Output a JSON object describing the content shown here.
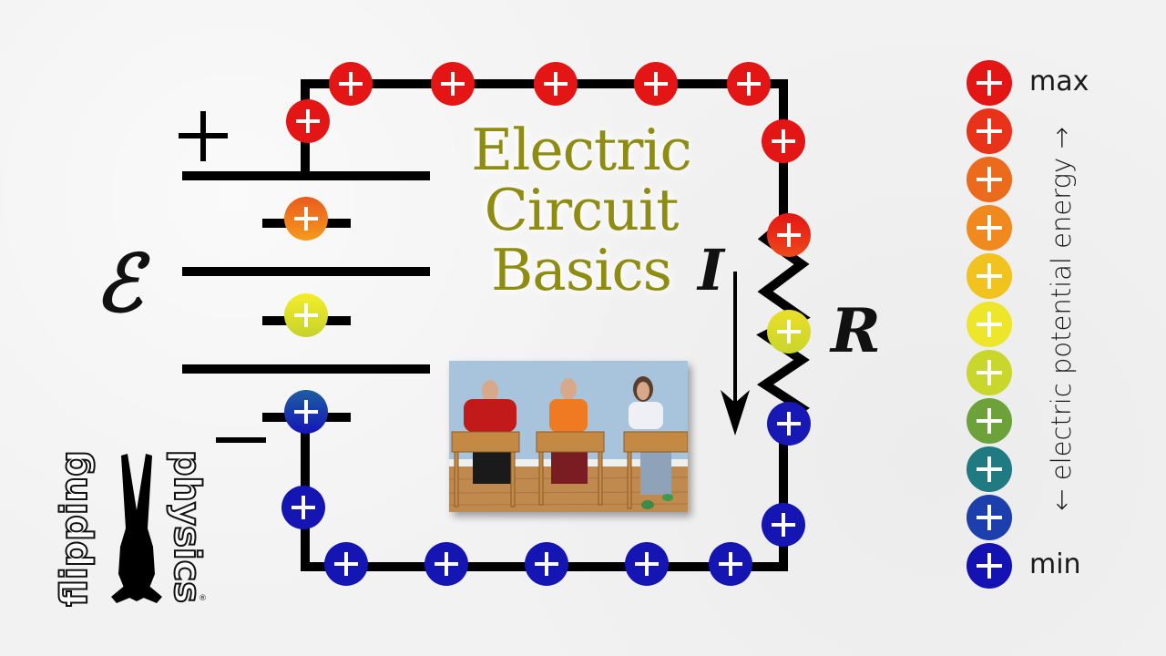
{
  "title": {
    "lines": [
      "Electric",
      "Circuit",
      "Basics"
    ],
    "color": "#8f8c12"
  },
  "circuit": {
    "emf_symbol": "ℰ",
    "battery_plus": "+",
    "battery_minus": "−",
    "current_symbol": "I",
    "resistance_symbol": "R",
    "charge_glyph": "+",
    "wire_color": "#000000"
  },
  "legend": {
    "max_label": "max",
    "min_label": "min",
    "axis_label": "← electric potential energy →",
    "colors": [
      "#e41515",
      "#e8321a",
      "#ec6a1c",
      "#f08a1e",
      "#f2c21f",
      "#ede62a",
      "#c9d62b",
      "#6da23a",
      "#1f7a82",
      "#1d3fae",
      "#1512b4"
    ]
  },
  "photo": {
    "description": "Three people seated at wooden desks"
  },
  "logo": {
    "word_left": "flipping",
    "word_right": "physics",
    "registered": "®"
  }
}
